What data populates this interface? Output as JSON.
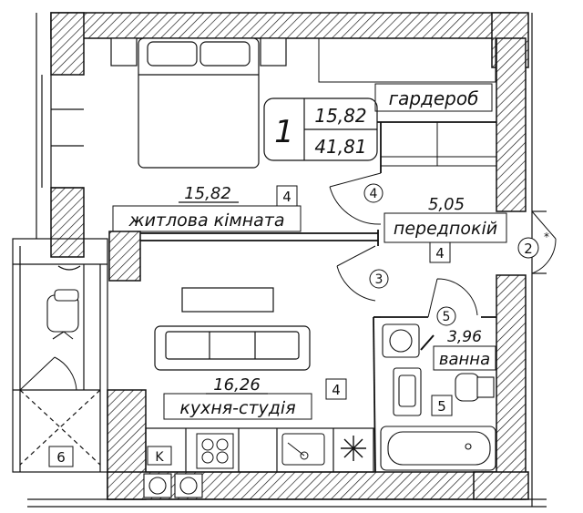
{
  "apartment": {
    "number": "1",
    "living_area": "15,82",
    "total_area": "41,81"
  },
  "rooms": {
    "wardrobe": {
      "label": "гардероб"
    },
    "living": {
      "area": "15,82",
      "label": "житлова кімната",
      "mark": "4"
    },
    "hall": {
      "area": "5,05",
      "label": "передпокій",
      "mark": "4"
    },
    "kitchen": {
      "area": "16,26",
      "label": "кухня-студія",
      "mark": "4"
    },
    "bathroom": {
      "area": "3,96",
      "label": "ванна",
      "mark": "5"
    },
    "balcony": {
      "mark": "6"
    }
  },
  "door_marks": {
    "d1": "2",
    "d2": "3",
    "d3": "4",
    "d4": "5"
  },
  "kitchen_marks": {
    "k": "K"
  },
  "colors": {
    "ink": "#111111",
    "paper": "#ffffff"
  }
}
